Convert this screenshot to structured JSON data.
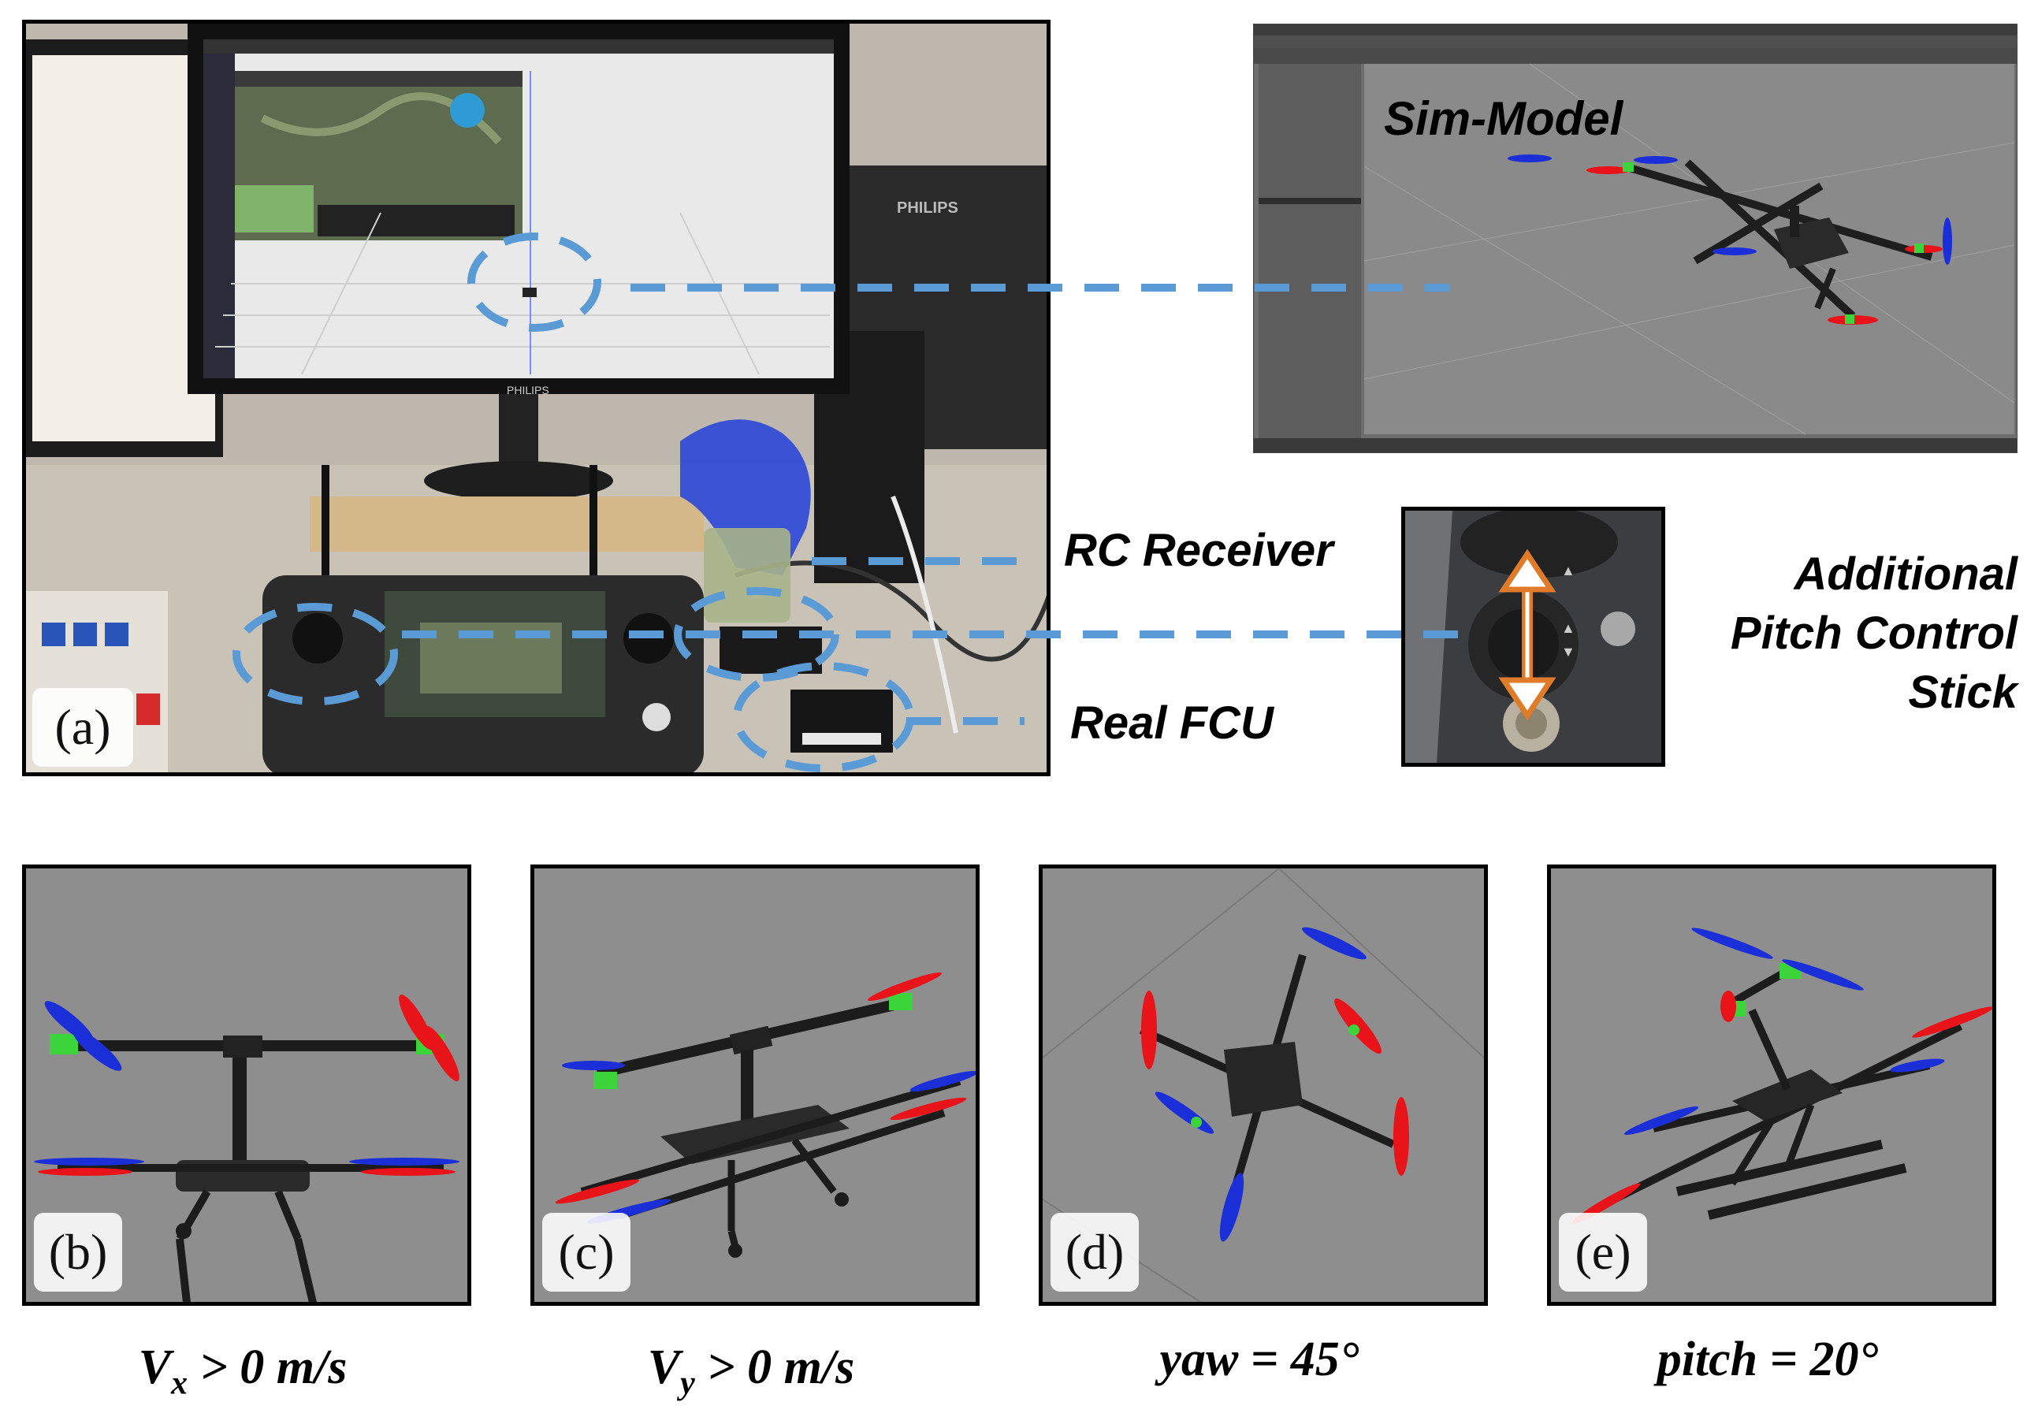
{
  "panels": {
    "a": {
      "tag": "(a)"
    },
    "b": {
      "tag": "(b)"
    },
    "c": {
      "tag": "(c)"
    },
    "d": {
      "tag": "(d)"
    },
    "e": {
      "tag": "(e)"
    }
  },
  "labels": {
    "sim_model": "Sim-Model",
    "rc_receiver": "RC Receiver",
    "real_fcu": "Real FCU",
    "pitch_stick_line1": "Additional",
    "pitch_stick_line2": "Pitch Control",
    "pitch_stick_line3": "Stick"
  },
  "captions": {
    "b": {
      "var": "V",
      "sub": "x",
      "rest": " > 0 m/s"
    },
    "c": {
      "var": "V",
      "sub": "y",
      "rest": " > 0 m/s"
    },
    "d": {
      "text": "yaw = 45°"
    },
    "e": {
      "text": "pitch = 20°"
    }
  },
  "monitor_brand": "PHILIPS",
  "colors": {
    "callout_blue": "#5b9bd5",
    "arrow_orange": "#e07b2a",
    "prop_red": "#e8141a",
    "prop_blue": "#1b2fd8",
    "motor_green": "#3bd43b"
  }
}
